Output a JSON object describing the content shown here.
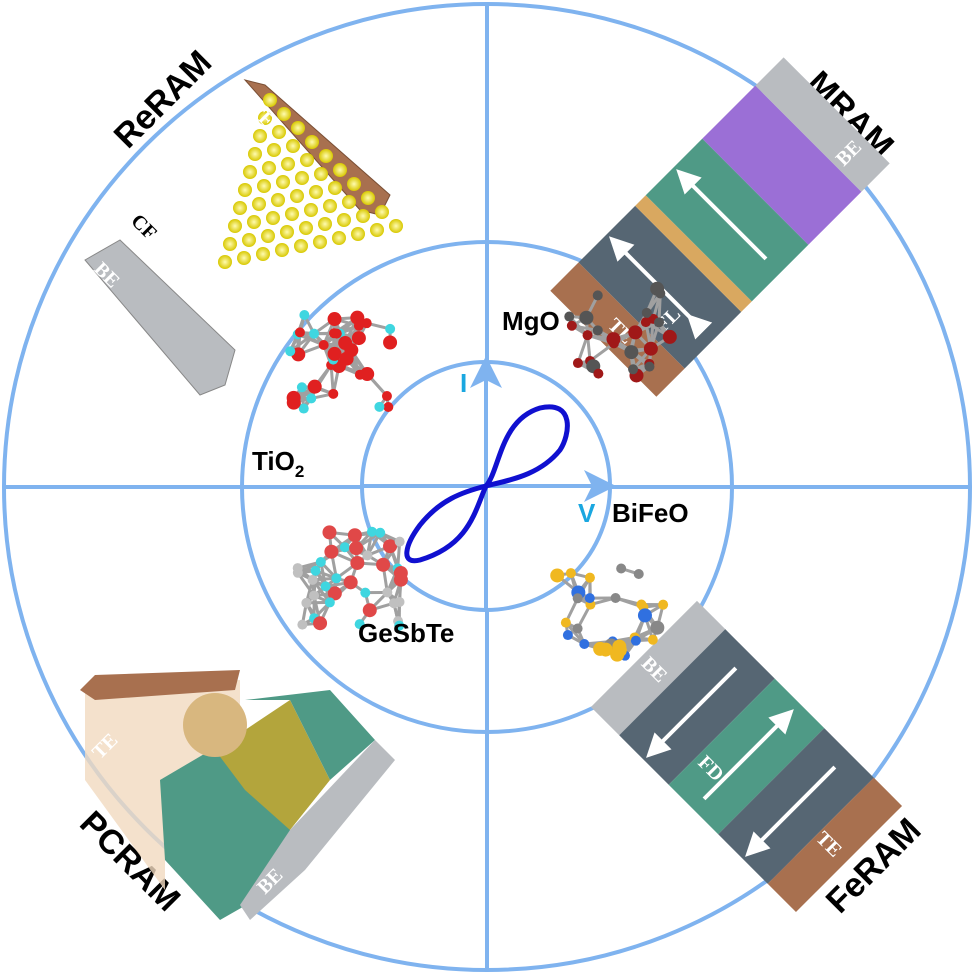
{
  "colors": {
    "ring": "#7fb3ef",
    "loop": "#1010d0",
    "axis_label": "#1aa7e0",
    "copper": "#a8704f",
    "steel": "#b9bcc0",
    "slate": "#566673",
    "teal": "#4f9a86",
    "purple": "#9b6fd6",
    "gold": "#f2e21a"
  },
  "quadrants": {
    "reram": {
      "title": "ReRAM",
      "material": "TiO",
      "material_sub": "2",
      "labels": {
        "te": "TE",
        "be": "BE",
        "cf": "CF"
      }
    },
    "mram": {
      "title": "MRAM",
      "material": "MgO",
      "labels": {
        "te": "TE",
        "be": "BE",
        "fl": "FL"
      }
    },
    "pcram": {
      "title": "PCRAM",
      "material": "GeSbTe",
      "labels": {
        "te": "TE",
        "be": "BE"
      }
    },
    "feram": {
      "title": "FeRAM",
      "material": "BiFeO",
      "labels": {
        "te": "TE",
        "be": "BE",
        "fd": "FD"
      }
    }
  },
  "center": {
    "y_axis": "I",
    "x_axis": "V",
    "curve": "pinched-hysteresis-loop"
  }
}
